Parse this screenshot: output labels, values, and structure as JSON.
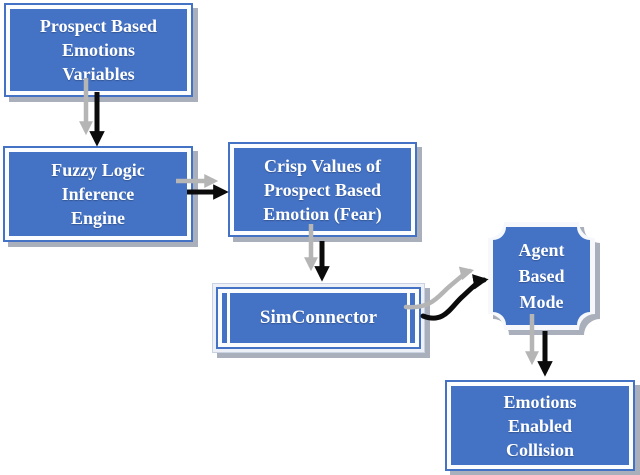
{
  "figure": {
    "type": "flowchart",
    "nodes": [
      {
        "id": "prospect-emotions-variables",
        "shape": "rectangle",
        "label": "Prospect Based\nEmotions\nVariables"
      },
      {
        "id": "fuzzy-logic-engine",
        "shape": "rectangle",
        "label": "Fuzzy Logic\nInference\nEngine"
      },
      {
        "id": "crisp-values",
        "shape": "rectangle",
        "label": "Crisp Values of\nProspect Based\nEmotion (Fear)"
      },
      {
        "id": "simconnector",
        "shape": "framed-rectangle",
        "label": "SimConnector"
      },
      {
        "id": "agent-based-mode",
        "shape": "plaque",
        "label": "Agent\nBased\nMode"
      },
      {
        "id": "emotions-enabled-collision",
        "shape": "rectangle",
        "label": "Emotions\nEnabled\nCollision"
      }
    ],
    "edges": [
      {
        "from": "prospect-emotions-variables",
        "to": "fuzzy-logic-engine",
        "direction": "down",
        "style": "paired gray + black arrows"
      },
      {
        "from": "fuzzy-logic-engine",
        "to": "crisp-values",
        "direction": "right",
        "style": "paired gray + black arrows"
      },
      {
        "from": "crisp-values",
        "to": "simconnector",
        "direction": "down",
        "style": "paired gray + black arrows"
      },
      {
        "from": "simconnector",
        "to": "agent-based-mode",
        "direction": "right-up",
        "style": "paired gray + black curved arrows"
      },
      {
        "from": "agent-based-mode",
        "to": "emotions-enabled-collision",
        "direction": "down",
        "style": "paired gray + black arrows"
      }
    ],
    "colors": {
      "node_fill": "#4472C4",
      "node_outline": "#4472C4",
      "node_inner_band": "#fcfdfe",
      "shadow": "#a9afbb",
      "arrow_black": "#0b0b0b",
      "arrow_gray": "#b5b5b5",
      "text": "#ffffff",
      "background": "#ffffff"
    }
  }
}
